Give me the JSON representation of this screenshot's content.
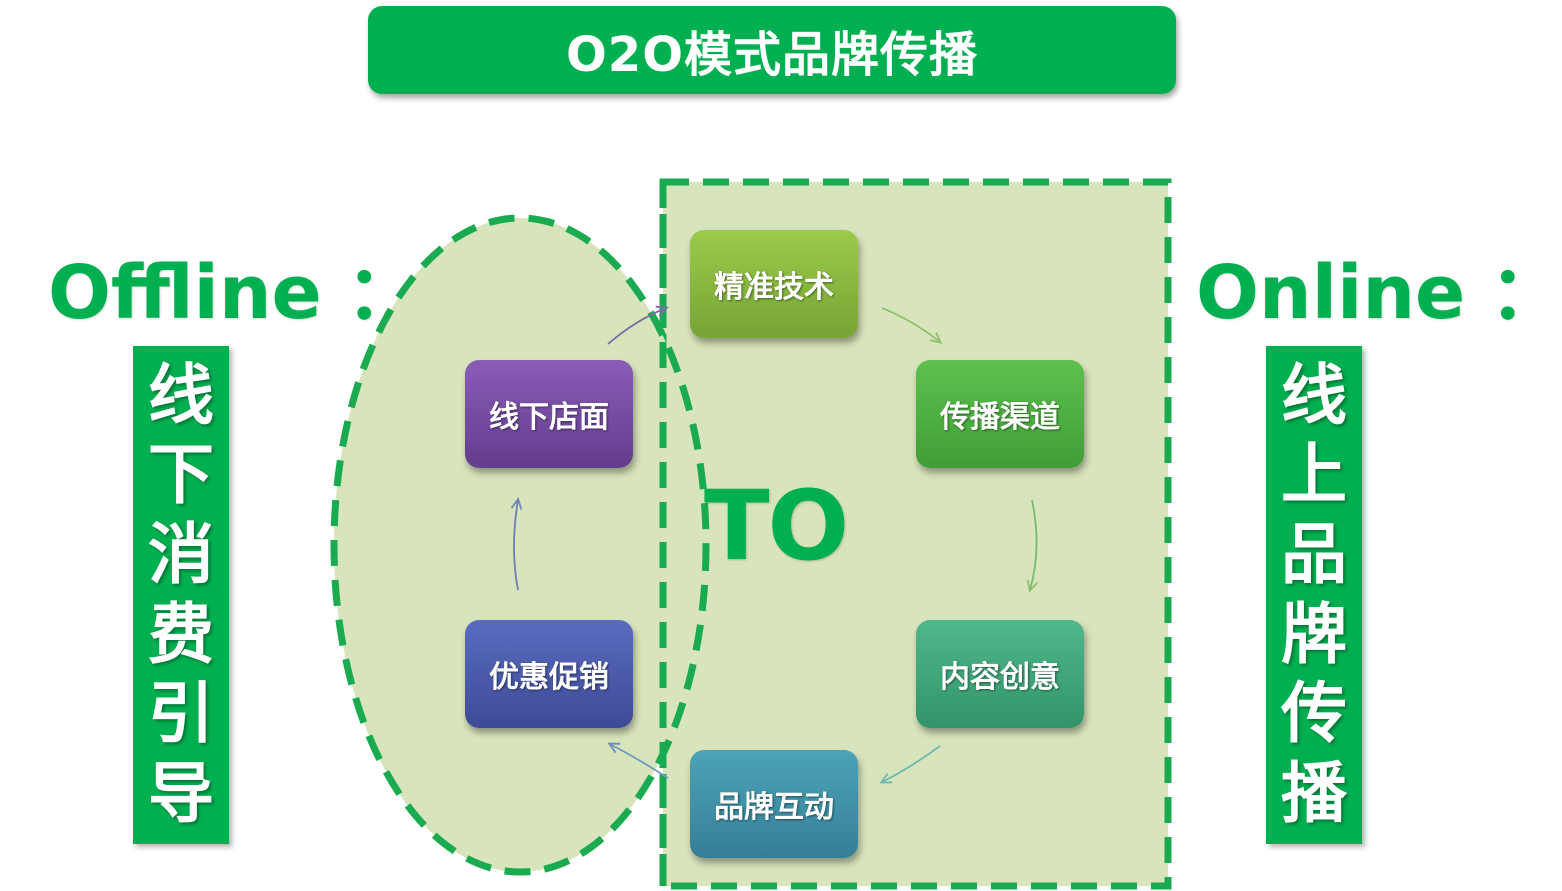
{
  "title": "O2O模式品牌传播",
  "offline": {
    "label": "Offline",
    "colon": "：",
    "vertical_chars": [
      "线",
      "下",
      "消",
      "费",
      "引",
      "导"
    ]
  },
  "online": {
    "label": "Online",
    "colon": "：",
    "vertical_chars": [
      "线",
      "上",
      "品",
      "牌",
      "传",
      "播"
    ]
  },
  "center_label": "TO",
  "cycle_nodes": [
    {
      "label": "精准技术",
      "color_top": "#9acb4a",
      "color_bottom": "#76a435"
    },
    {
      "label": "传播渠道",
      "color_top": "#5ec14e",
      "color_bottom": "#3f9e37"
    },
    {
      "label": "内容创意",
      "color_top": "#4fb88a",
      "color_bottom": "#33946a"
    },
    {
      "label": "品牌互动",
      "color_top": "#4da3b9",
      "color_bottom": "#357f96"
    },
    {
      "label": "优惠促销",
      "color_top": "#5a6cc0",
      "color_bottom": "#3d4a96"
    },
    {
      "label": "线下店面",
      "color_top": "#8a5cb8",
      "color_bottom": "#633d8e"
    }
  ],
  "colors": {
    "brand_green": "#00b050",
    "region_fill": "#d8e4bc",
    "dash_green": "#1aaa50"
  }
}
